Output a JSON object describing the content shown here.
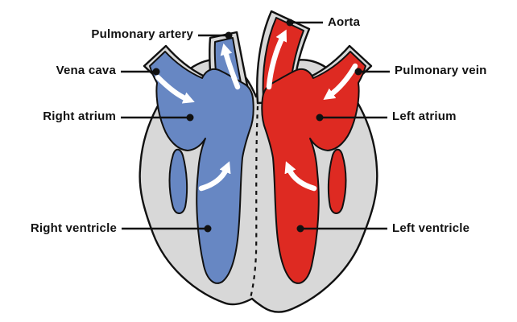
{
  "diagram": {
    "subject": "heart-blood-flow-diagram"
  },
  "labels": {
    "pulmonary_artery": "Pulmonary artery",
    "vena_cava": "Vena cava",
    "right_atrium": "Right atrium",
    "right_ventricle": "Right ventricle",
    "aorta": "Aorta",
    "pulmonary_vein": "Pulmonary vein",
    "left_atrium": "Left atrium",
    "left_ventricle": "Left ventricle"
  },
  "colors": {
    "oxygen_poor_blood": "#6787C3",
    "oxygen_rich_blood": "#DE2A22",
    "heart_wall": "#D8D8D8",
    "outline": "#111111",
    "flow_arrow": "#FFFFFF",
    "label_text": "#111111",
    "background": "#FFFFFF"
  }
}
